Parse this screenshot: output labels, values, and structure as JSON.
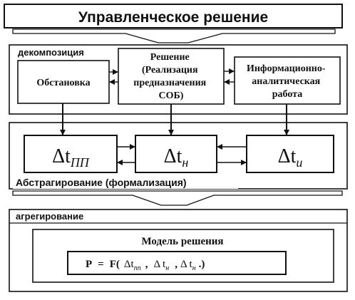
{
  "title": "Управленческое решение",
  "decomposition": {
    "label": "декомпозиция",
    "situation": "Обстановка",
    "decision_lines": [
      "Решение",
      "(Реализация",
      "предназначения",
      "СОБ)"
    ],
    "info_lines": [
      "Информационно-",
      "аналитическая",
      "работа"
    ]
  },
  "abstraction": {
    "label": "Абстрагирование (формализация)",
    "boxes": [
      {
        "symbol": "Δt",
        "subscript": "ПП"
      },
      {
        "symbol": "Δt",
        "subscript": "н"
      },
      {
        "symbol": "Δt",
        "subscript": "и"
      }
    ]
  },
  "aggregation": {
    "label": "агрегирование",
    "model_title": "Модель решения",
    "formula": {
      "lhs": "P",
      "eq": "=",
      "func_open": "F(",
      "terms": [
        {
          "symbol": "Δt",
          "subscript": "пп"
        },
        {
          "symbol": "Δ t",
          "subscript": "н"
        },
        {
          "symbol": "Δ t",
          "subscript": "н"
        }
      ],
      "sep1": ",",
      "sep2": ",",
      "close": ".)"
    }
  },
  "colors": {
    "stroke": "#111111",
    "background": "#ffffff"
  }
}
